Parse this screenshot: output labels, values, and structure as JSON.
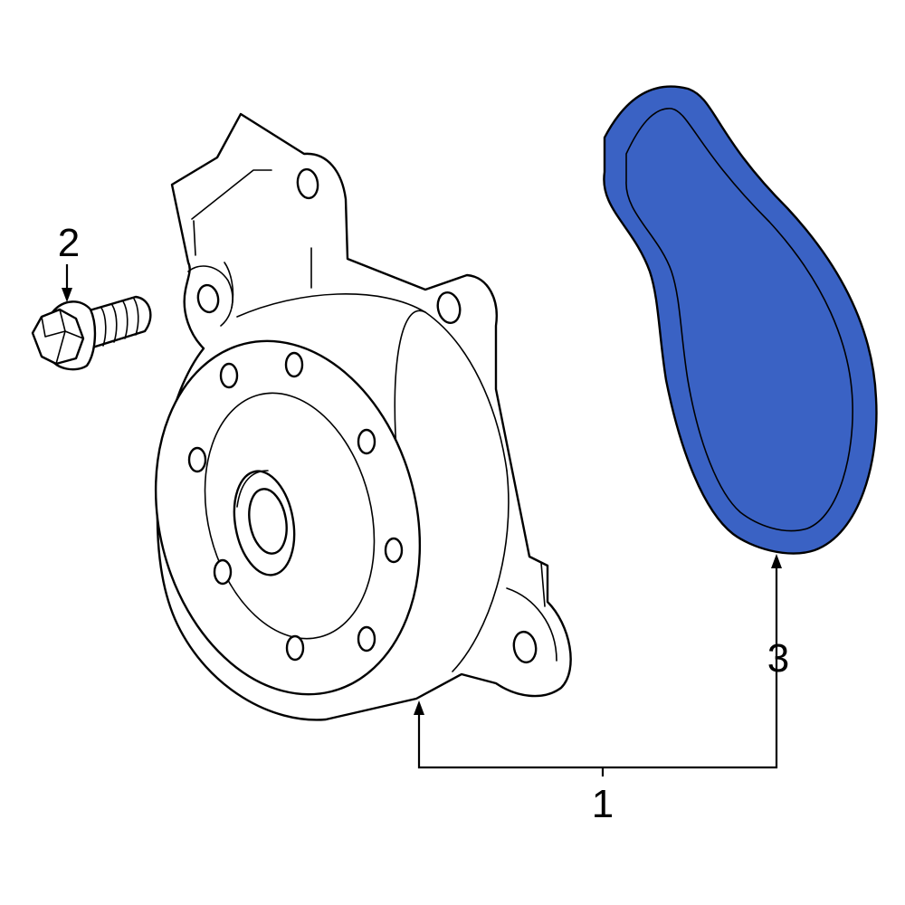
{
  "callouts": {
    "part_1": "1",
    "part_2": "2",
    "part_3": "3"
  },
  "colors": {
    "gasket_fill": "#3A62C4",
    "line": "#000000",
    "background": "#ffffff"
  },
  "icons": {
    "water_pump": "water-pump-illustration",
    "bolt": "flange-bolt-illustration",
    "gasket": "gasket-illustration"
  }
}
